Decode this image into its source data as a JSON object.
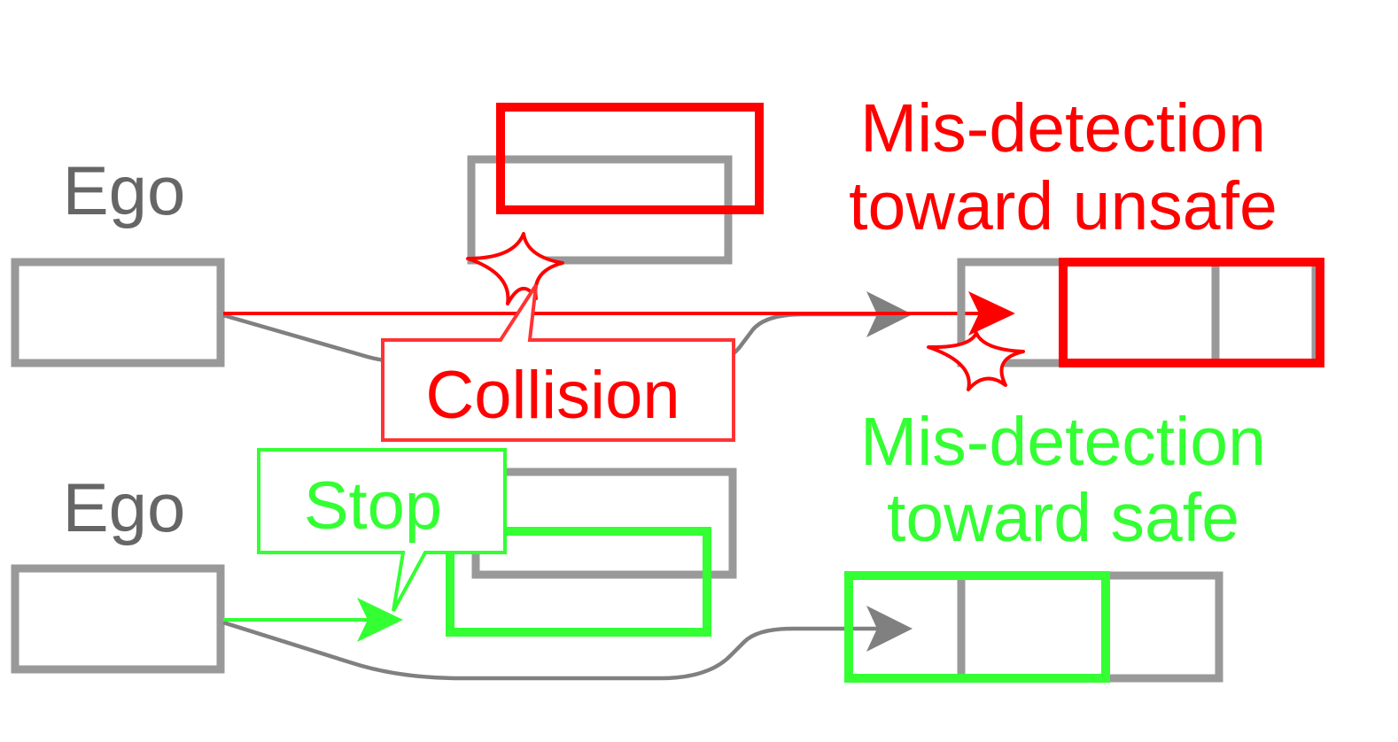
{
  "labels": {
    "ego_top": "Ego",
    "ego_bottom": "Ego",
    "collision": "Collision",
    "stop": "Stop",
    "unsafe_line1": "Mis-detection",
    "unsafe_line2": "toward unsafe",
    "safe_line1": "Mis-detection",
    "safe_line2": "toward safe"
  },
  "colors": {
    "gray_box": "#999999",
    "gray_text": "#666666",
    "gray_path": "#808080",
    "red": "#ff0000",
    "red_callout": "#ff3333",
    "green": "#33ff33"
  }
}
